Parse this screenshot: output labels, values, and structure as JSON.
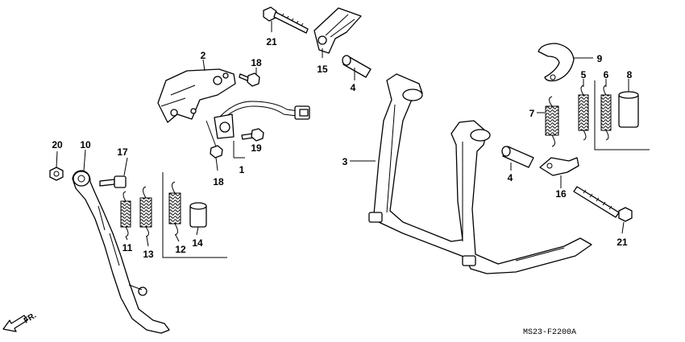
{
  "callouts": [
    {
      "id": "p1",
      "label": "1"
    },
    {
      "id": "p2",
      "label": "2"
    },
    {
      "id": "p3",
      "label": "3"
    },
    {
      "id": "p4a",
      "label": "4"
    },
    {
      "id": "p4b",
      "label": "4"
    },
    {
      "id": "p5",
      "label": "5"
    },
    {
      "id": "p6",
      "label": "6"
    },
    {
      "id": "p7",
      "label": "7"
    },
    {
      "id": "p8",
      "label": "8"
    },
    {
      "id": "p9",
      "label": "9"
    },
    {
      "id": "p10",
      "label": "10"
    },
    {
      "id": "p11",
      "label": "11"
    },
    {
      "id": "p12",
      "label": "12"
    },
    {
      "id": "p13",
      "label": "13"
    },
    {
      "id": "p14",
      "label": "14"
    },
    {
      "id": "p15",
      "label": "15"
    },
    {
      "id": "p16",
      "label": "16"
    },
    {
      "id": "p17",
      "label": "17"
    },
    {
      "id": "p18a",
      "label": "18"
    },
    {
      "id": "p18b",
      "label": "18"
    },
    {
      "id": "p19",
      "label": "19"
    },
    {
      "id": "p20",
      "label": "20"
    },
    {
      "id": "p21a",
      "label": "21"
    },
    {
      "id": "p21b",
      "label": "21"
    }
  ],
  "diagram_code": "MS23-F2200A",
  "direction_label": "FR."
}
